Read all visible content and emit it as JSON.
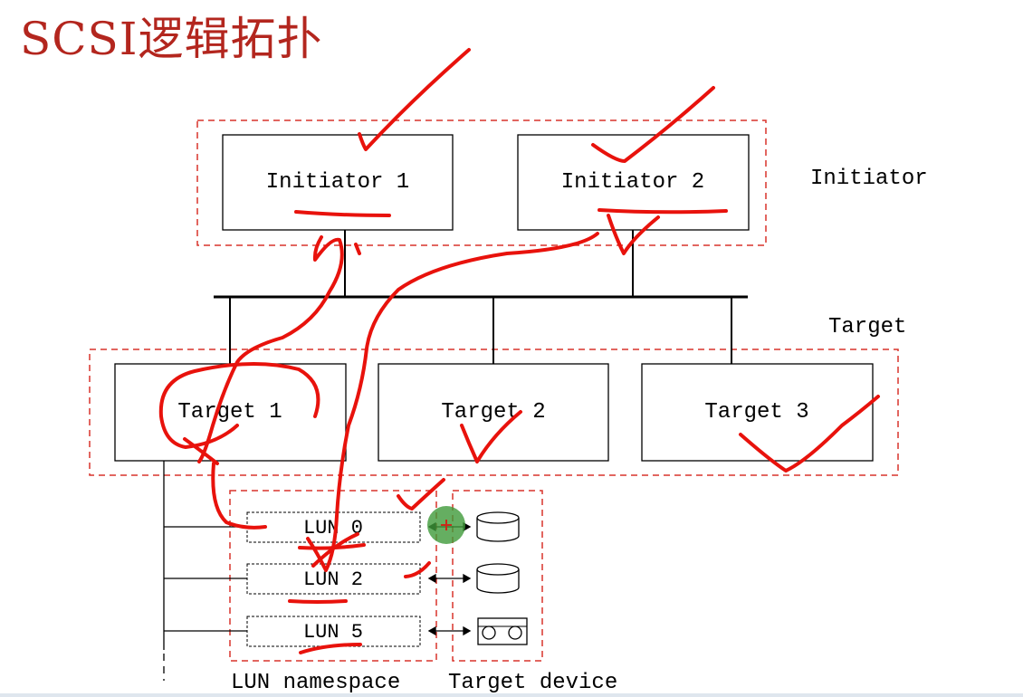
{
  "title": "SCSI逻辑拓扑",
  "labels": {
    "initiator_group": "Initiator",
    "target_group": "Target",
    "lun_namespace": "LUN namespace",
    "target_device": "Target device"
  },
  "initiators": [
    "Initiator 1",
    "Initiator 2"
  ],
  "targets": [
    "Target 1",
    "Target 2",
    "Target 3"
  ],
  "luns": [
    "LUN 0",
    "LUN 2",
    "LUN 5"
  ],
  "devices": [
    "disk-icon",
    "disk-icon",
    "tape-icon"
  ],
  "colors": {
    "dashed_border": "#d9342b",
    "annotation_ink": "#e8120c",
    "cursor_highlight": "#3f9a3a",
    "line": "#000000"
  }
}
